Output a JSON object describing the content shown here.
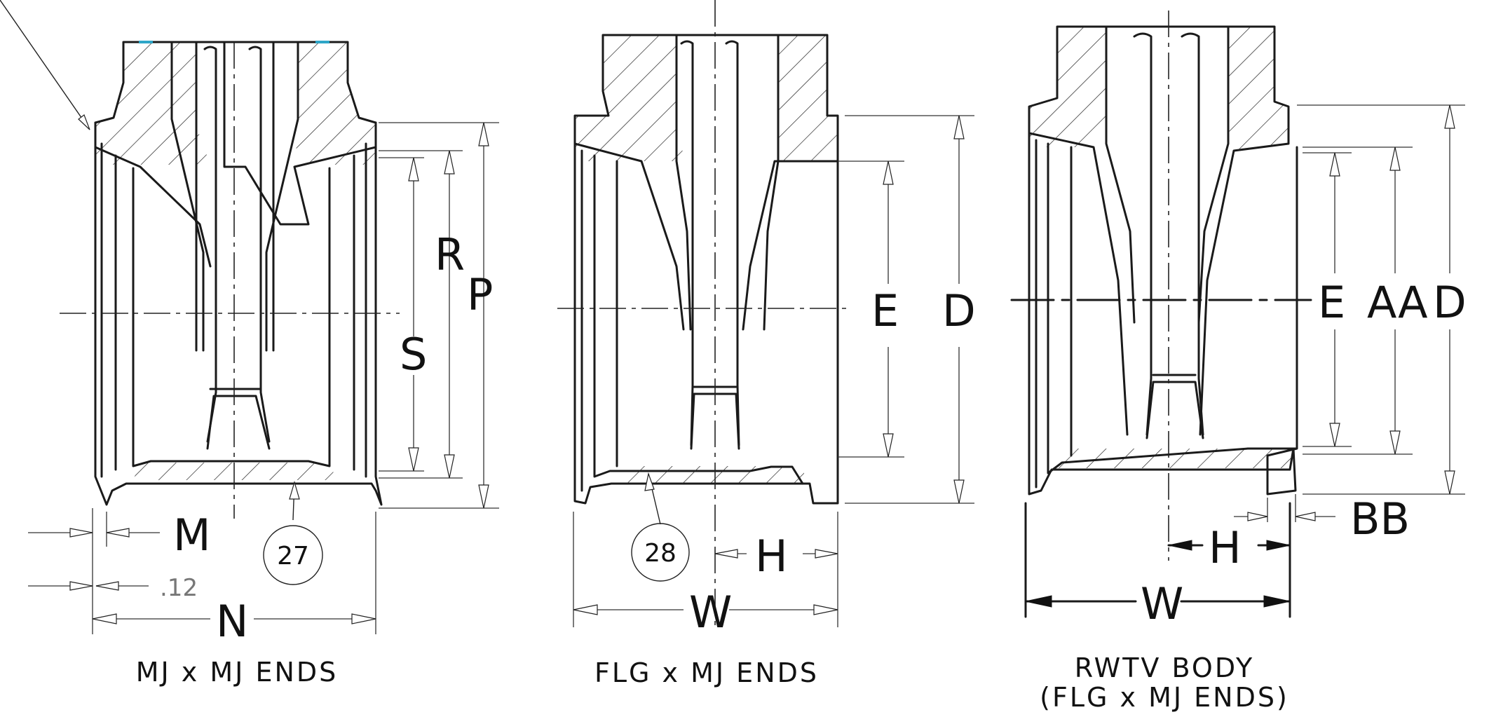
{
  "views": [
    {
      "caption": "MJ x MJ ENDS",
      "dims": {
        "r": "R",
        "p": "P",
        "s": "S",
        "m": "M",
        "n": "N",
        "small": ".12"
      },
      "callout": "27"
    },
    {
      "caption": "FLG x MJ ENDS",
      "dims": {
        "e": "E",
        "d": "D",
        "h": "H",
        "w": "W"
      },
      "callout": "28"
    },
    {
      "caption_line1": "RWTV BODY",
      "caption_line2": "(FLG x MJ ENDS)",
      "dims": {
        "e": "E",
        "aa": "AA",
        "d": "D",
        "bb": "BB",
        "h": "H",
        "w": "W"
      }
    }
  ]
}
